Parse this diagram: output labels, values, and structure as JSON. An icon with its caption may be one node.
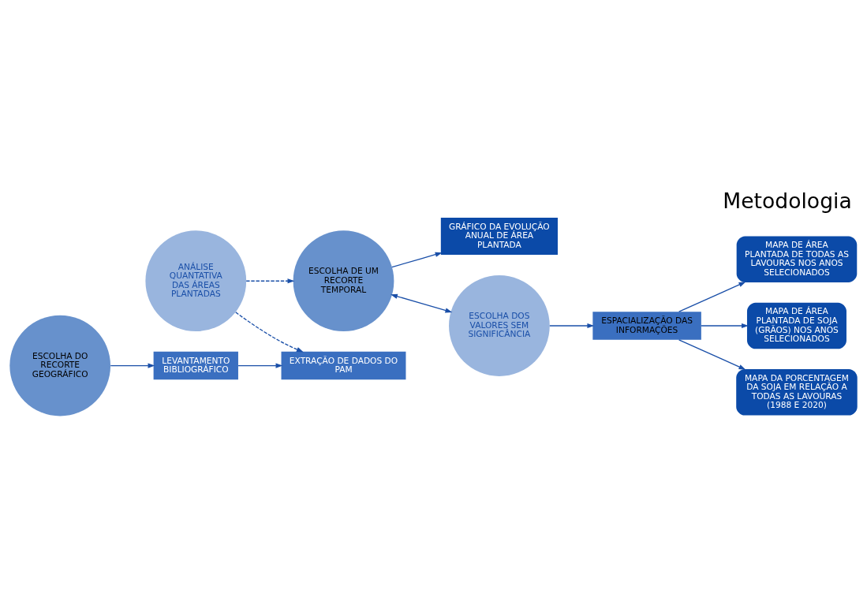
{
  "diagram": {
    "title": "Metodologia",
    "nodes": [
      {
        "text": [
          "GRÁFICO DA EVOLUÇÃO ANUAL DE ÁREA PLANTADA"
        ]
      },
      {
        "text": [
          "ANÁLISE QUANTATIVA DAS ÁREAS PLANTADAS"
        ]
      },
      {
        "text": [
          "ESCOLHA DE UM RECORTE TEMPORAL"
        ]
      },
      {
        "text": [
          "ESCOLHA DOS VALORES SEM SIGNIFICÂNCIA"
        ]
      },
      {
        "text": [
          "MAPA DE ÁREA PLANTADA DE TODAS AS LAVOURAS NOS ANOS SELECIONADOS"
        ]
      },
      {
        "text": [
          "MAPA DE ÁREA PLANTADA DE SOJA (GRÃOS) NOS ANOS SELECIONADOS"
        ]
      },
      {
        "text": [
          "MAPA DA PORCENTAGEM DA SOJA EM RELAÇÃO A TODAS AS LAVOURAS (1988 E 2020)"
        ]
      },
      {
        "text": [
          "EXTRAÇÃO DE DADOS DO PAM"
        ]
      },
      {
        "text": [
          "ESPACIALIZAÇÃO DAS INFORMAÇÕES"
        ]
      },
      {
        "text": [
          "LEVANTAMENTO BIBLIOGRÁFICO"
        ]
      },
      {
        "text": [
          "ESCOLHA DO RECORTE GEOGRÁFICO"
        ]
      }
    ],
    "edges": [
      {
        "from": 2,
        "to": 0,
        "arrow": "to"
      },
      {
        "from": 1,
        "to": 2,
        "arrow": "to",
        "style": "dashed"
      },
      {
        "from": 2,
        "to": 3,
        "arrow": "both"
      },
      {
        "from": 1,
        "to": 7,
        "arrow": "to",
        "style": "dashed"
      },
      {
        "from": 3,
        "to": 8,
        "arrow": "to"
      },
      {
        "from": 8,
        "to": 4,
        "arrow": "to"
      },
      {
        "from": 8,
        "to": 5,
        "arrow": "to"
      },
      {
        "from": 8,
        "to": 6,
        "arrow": "to"
      },
      {
        "from": 9,
        "to": 7,
        "arrow": "to"
      },
      {
        "from": 10,
        "to": 9,
        "arrow": "to"
      }
    ]
  }
}
